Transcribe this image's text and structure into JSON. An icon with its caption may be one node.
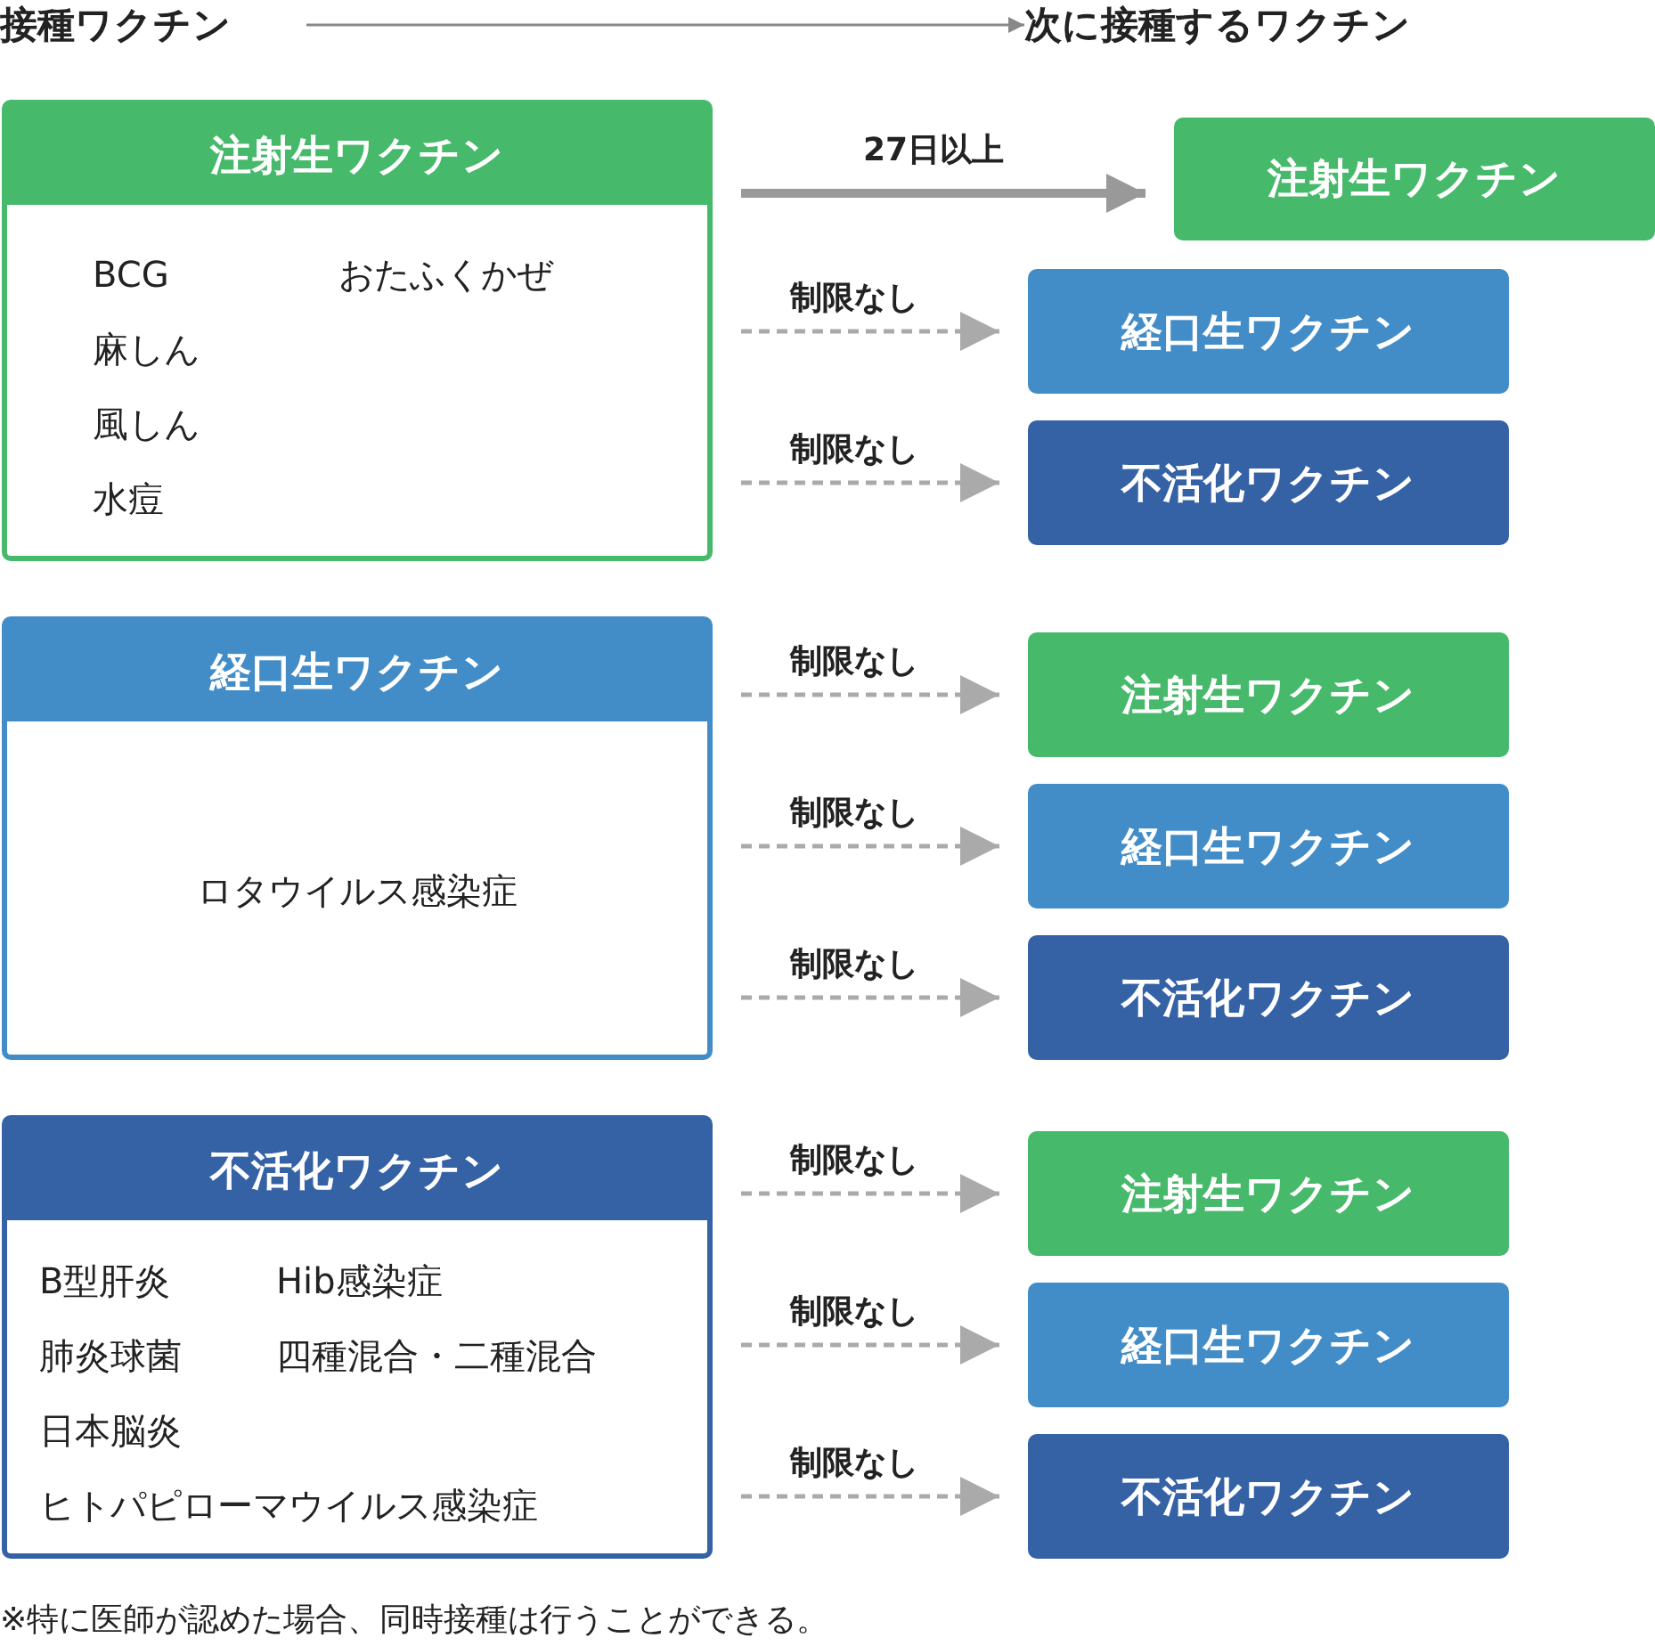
{
  "diagram": {
    "caption": "※特に医師が認めた場合、同時接種は行うことができる。",
    "nodes": [
      {
        "text": [
          "接種ワクチン"
        ]
      },
      {
        "text": [
          "次に接種するワクチン"
        ]
      },
      {
        "text": [
          "注射生ワクチン",
          "BCG",
          "おたふくかぜ",
          "麻しん",
          "風しん",
          "水痘"
        ]
      },
      {
        "text": [
          "注射生ワクチン"
        ]
      },
      {
        "text": [
          "経口生ワクチン"
        ]
      },
      {
        "text": [
          "不活化ワクチン"
        ]
      },
      {
        "text": [
          "経口生ワクチン",
          "ロタウイルス感染症"
        ]
      },
      {
        "text": [
          "注射生ワクチン"
        ]
      },
      {
        "text": [
          "経口生ワクチン"
        ]
      },
      {
        "text": [
          "不活化ワクチン"
        ]
      },
      {
        "text": [
          "不活化ワクチン",
          "B型肝炎",
          "Hib感染症",
          "肺炎球菌",
          "四種混合・二種混合",
          "日本脳炎",
          "ヒトパピローマウイルス感染症"
        ]
      },
      {
        "text": [
          "注射生ワクチン"
        ]
      },
      {
        "text": [
          "経口生ワクチン"
        ]
      },
      {
        "text": [
          "不活化ワクチン"
        ]
      }
    ],
    "edges": [
      {
        "from": 0,
        "to": 1,
        "arrow": "to"
      },
      {
        "from": 2,
        "to": 3,
        "arrow": "to",
        "label": "27日以上",
        "style": "thick"
      },
      {
        "from": 2,
        "to": 4,
        "arrow": "to",
        "label": "制限なし",
        "style": "dashed"
      },
      {
        "from": 2,
        "to": 5,
        "arrow": "to",
        "label": "制限なし",
        "style": "dashed"
      },
      {
        "from": 6,
        "to": 7,
        "arrow": "to",
        "label": "制限なし",
        "style": "dashed"
      },
      {
        "from": 6,
        "to": 8,
        "arrow": "to",
        "label": "制限なし",
        "style": "dashed"
      },
      {
        "from": 6,
        "to": 9,
        "arrow": "to",
        "label": "制限なし",
        "style": "dashed"
      },
      {
        "from": 10,
        "to": 11,
        "arrow": "to",
        "label": "制限なし",
        "style": "dashed"
      },
      {
        "from": 10,
        "to": 12,
        "arrow": "to",
        "label": "制限なし",
        "style": "dashed"
      },
      {
        "from": 10,
        "to": 13,
        "arrow": "to",
        "label": "制限なし",
        "style": "dashed"
      }
    ]
  }
}
